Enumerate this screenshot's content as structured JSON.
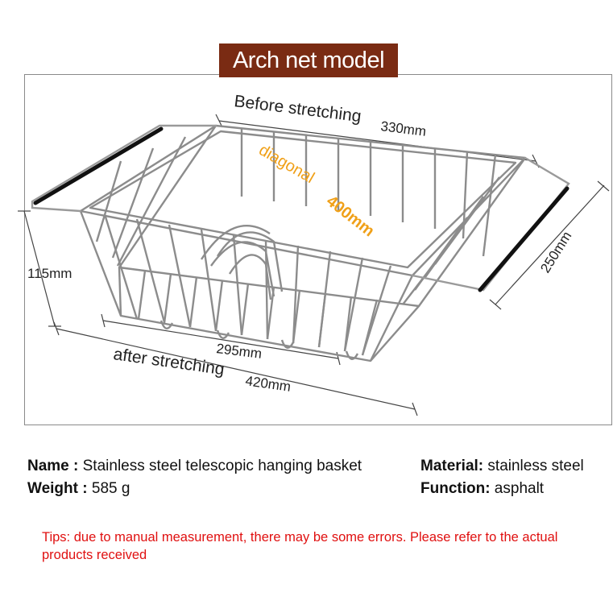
{
  "header": {
    "title": "Arch net model"
  },
  "dimensions": {
    "before_label": "Before stretching",
    "before_value": "330mm",
    "diagonal_label": "diagonal",
    "diagonal_value": "400mm",
    "depth_value": "250mm",
    "height_value": "115mm",
    "base_value": "295mm",
    "after_label": "after stretching",
    "after_value": "420mm"
  },
  "specs": {
    "name_label": "Name :",
    "name_value": " Stainless steel telescopic hanging basket",
    "weight_label": "Weight :",
    "weight_value": " 585 g",
    "material_label": "Material:",
    "material_value": " stainless steel",
    "function_label": "Function:",
    "function_value": " asphalt"
  },
  "tips": "Tips: due to manual measurement, there may be some errors. Please refer to the actual products received",
  "colors": {
    "title_bg": "#7a2b13",
    "diagonal_text": "#f0a018",
    "tips_text": "#e01010"
  }
}
